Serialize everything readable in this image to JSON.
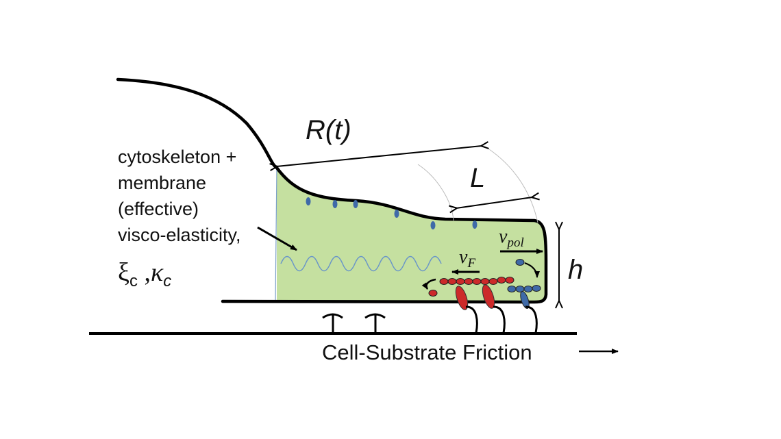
{
  "labels": {
    "radius": "R(t)",
    "length": "L",
    "height": "h",
    "friction": "Cell-Substrate Friction",
    "cyto_line1": "cytoskeleton +",
    "cyto_line2": "membrane",
    "cyto_line3": "(effective)",
    "cyto_line4": "visco-elasticity,",
    "xi": "ξ",
    "xi_sub": "c",
    "comma": " ,",
    "kappa": "κ",
    "kappa_sub": "c",
    "v_pol": "v",
    "v_pol_sub": "pol",
    "v_f": "v",
    "v_f_sub": "F"
  },
  "colors": {
    "cell_fill": "#c5e0a0",
    "outline": "#000000",
    "actin_red": "#cc2a2a",
    "blue_dot": "#3f6aa8",
    "wave": "#6a96c8",
    "guide": "#bbbbbb"
  }
}
